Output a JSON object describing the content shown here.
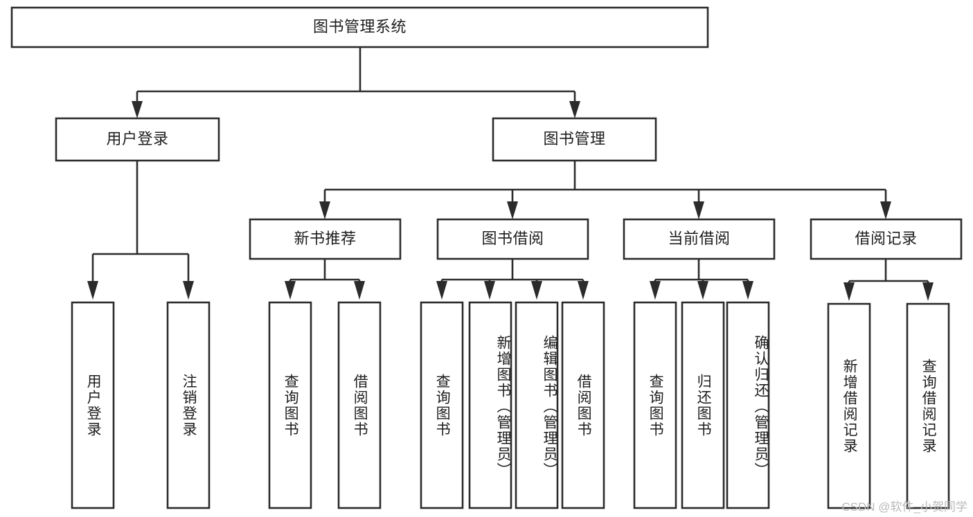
{
  "diagram": {
    "title": "图书管理系统",
    "type": "tree-hierarchy-chart",
    "background_color": "#ffffff",
    "stroke_color": "#2b2b2b",
    "text_color": "#1d1d1d",
    "watermark": "CSDN @软件_小贺同学",
    "nodes": {
      "root": {
        "label": "图书管理系统"
      },
      "level2": [
        {
          "id": "user-login",
          "label": "用户登录"
        },
        {
          "id": "book-manage",
          "label": "图书管理"
        }
      ],
      "level3": [
        {
          "id": "new-book-recommend",
          "label": "新书推荐"
        },
        {
          "id": "book-borrow",
          "label": "图书借阅"
        },
        {
          "id": "current-borrow",
          "label": "当前借阅"
        },
        {
          "id": "borrow-record",
          "label": "借阅记录"
        }
      ],
      "leaves": {
        "user-login": [
          {
            "id": "leaf-user-login",
            "label": "用户登录"
          },
          {
            "id": "leaf-user-logout",
            "label": "注销登录"
          }
        ],
        "new-book-recommend": [
          {
            "id": "leaf-query-book-1",
            "label": "查询图书"
          },
          {
            "id": "leaf-borrow-book-1",
            "label": "借阅图书"
          }
        ],
        "book-borrow": [
          {
            "id": "leaf-query-book-2",
            "label": "查询图书"
          },
          {
            "id": "leaf-add-book",
            "label": "新增图书（管理员）"
          },
          {
            "id": "leaf-edit-book",
            "label": "编辑图书（管理员）"
          },
          {
            "id": "leaf-borrow-book-2",
            "label": "借阅图书"
          }
        ],
        "current-borrow": [
          {
            "id": "leaf-query-book-3",
            "label": "查询图书"
          },
          {
            "id": "leaf-return-book",
            "label": "归还图书"
          },
          {
            "id": "leaf-confirm-return",
            "label": "确认归还（管理员）"
          }
        ],
        "borrow-record": [
          {
            "id": "leaf-add-record",
            "label": "新增借阅记录"
          },
          {
            "id": "leaf-query-record",
            "label": "查询借阅记录"
          }
        ]
      }
    }
  }
}
